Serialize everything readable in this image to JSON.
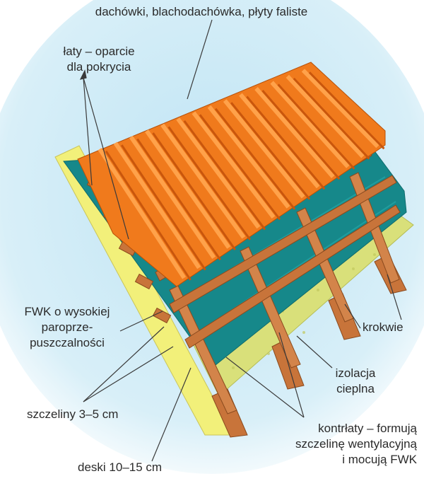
{
  "colors": {
    "background_sky": "#bfe4f4",
    "tiles": "#f07a1c",
    "tiles_dark": "#c9560c",
    "membrane": "#16888a",
    "insulation": "#d9e07a",
    "boards": "#f2f07a",
    "timber": "#c8743a",
    "label_text": "#2b2b2b"
  },
  "labels": {
    "tiles": "dachówki, blachodachówka, płyty faliste",
    "battens_line1": "łaty – oparcie",
    "battens_line2": "dla  pokrycia",
    "fwk_line1": "FWK o wysokiej",
    "fwk_line2": "paroprze-",
    "fwk_line3": "puszczalności",
    "rafters": "krokwie",
    "insulation_line1": "izolacja",
    "insulation_line2": "cieplna",
    "gaps": "szczeliny 3–5 cm",
    "counter_line1": "kontrłaty – formują",
    "counter_line2": "szczelinę wentylacyjną",
    "counter_line3": "i mocują FWK",
    "boards": "deski 10–15 cm"
  }
}
